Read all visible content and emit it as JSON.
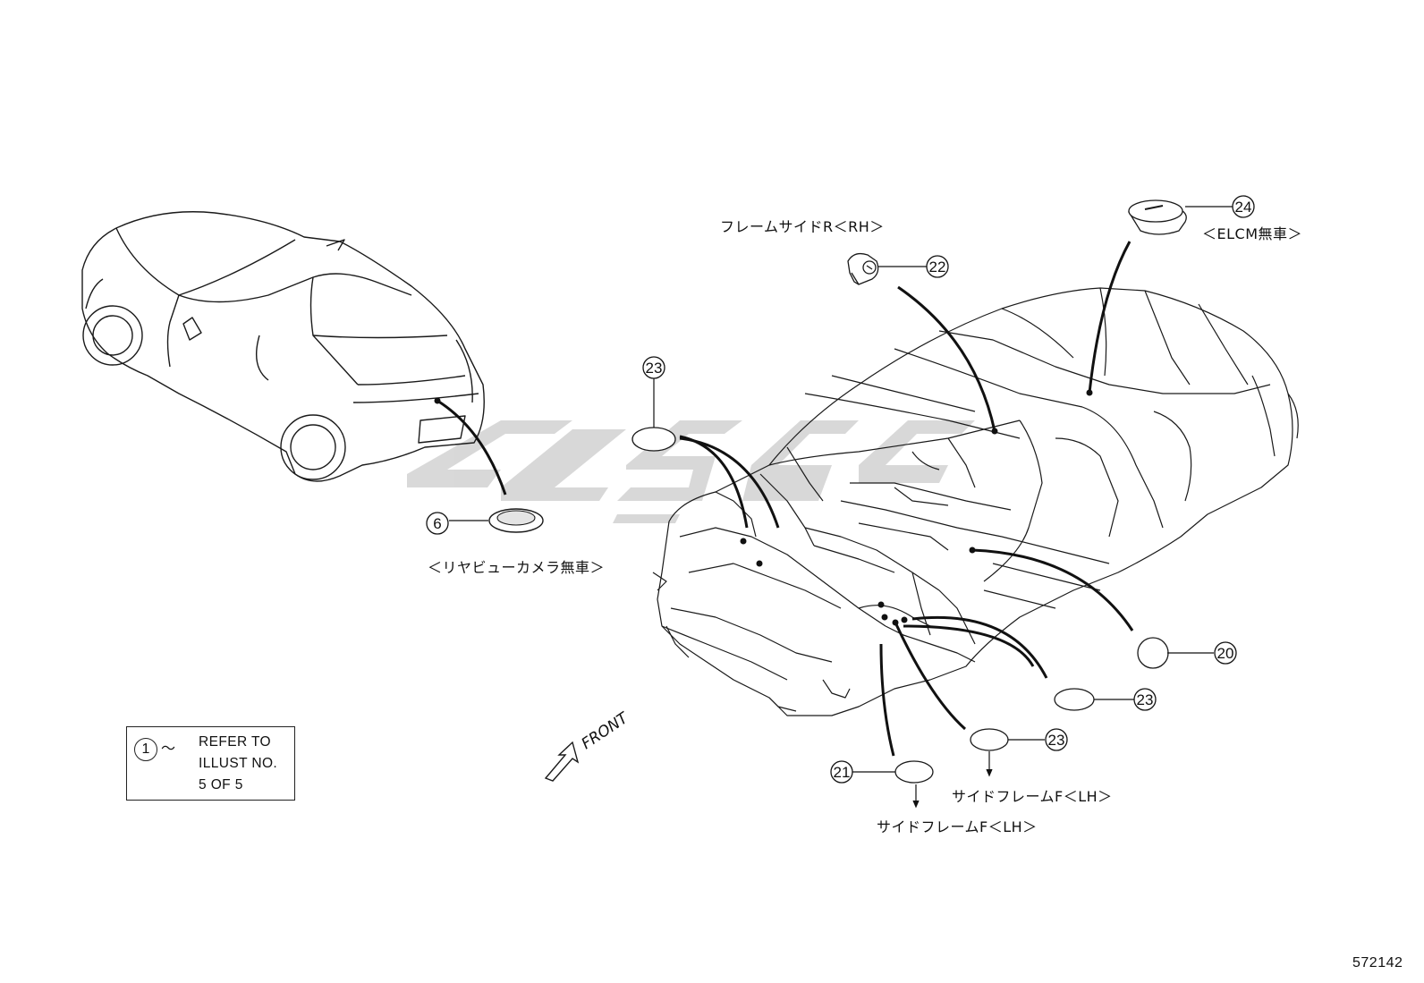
{
  "callouts": [
    {
      "id": "c6",
      "number": "6"
    },
    {
      "id": "c20",
      "number": "20"
    },
    {
      "id": "c21",
      "number": "21"
    },
    {
      "id": "c22",
      "number": "22"
    },
    {
      "id": "c23a",
      "number": "23"
    },
    {
      "id": "c23b",
      "number": "23"
    },
    {
      "id": "c23c",
      "number": "23"
    },
    {
      "id": "c24",
      "number": "24"
    }
  ],
  "labels": {
    "frame_side_r_rh": "フレームサイドR＜RH＞",
    "elcm": "＜ELCM無車＞",
    "rear_view_camera": "＜リヤビューカメラ無車＞",
    "side_frame_f_lh_1": "サイドフレームF＜LH＞",
    "side_frame_f_lh_2": "サイドフレームF＜LH＞",
    "front": "FRONT"
  },
  "legend": {
    "number": "1",
    "tilde": "～",
    "line1": "REFER TO",
    "line2": "ILLUST NO.",
    "line3": "5 OF 5"
  },
  "image_id": "572142"
}
